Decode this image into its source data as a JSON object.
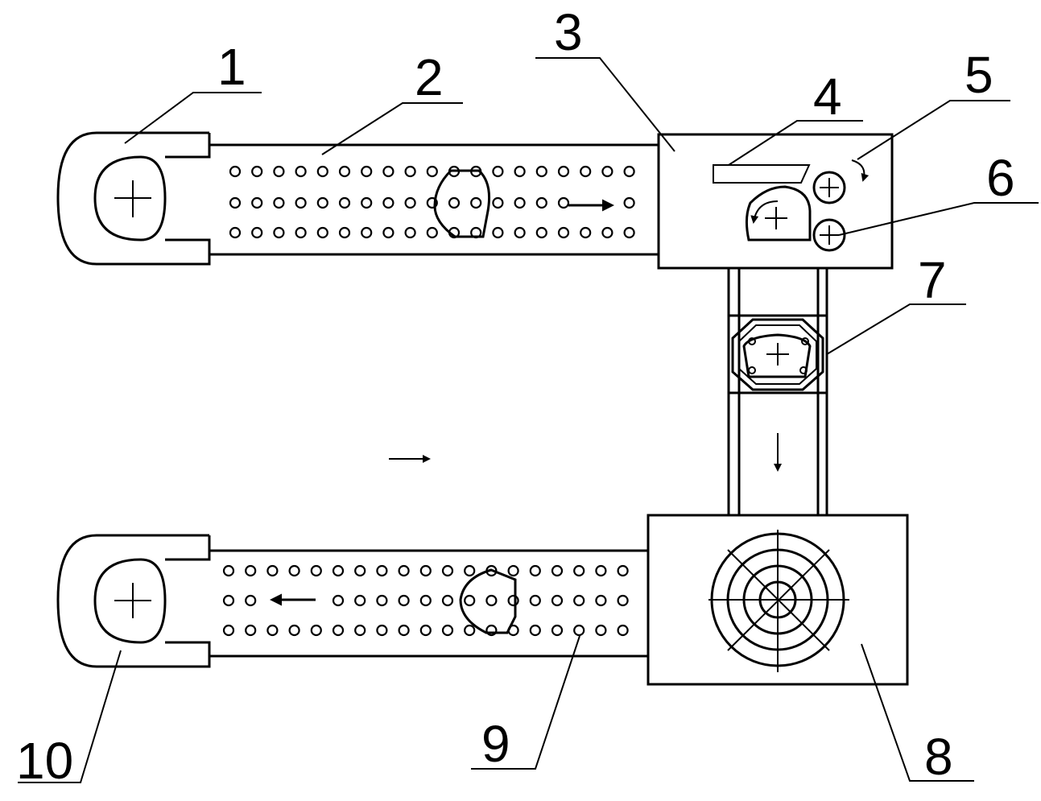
{
  "labels": {
    "l1": "1",
    "l2": "2",
    "l3": "3",
    "l4": "4",
    "l5": "5",
    "l6": "6",
    "l7": "7",
    "l8": "8",
    "l9": "9",
    "l10": "10"
  },
  "colors": {
    "line": "#000000",
    "background": "#ffffff"
  },
  "icons": {
    "arrows": [
      "arrow-right-icon",
      "arrow-left-icon",
      "arrow-down-icon",
      "rotate-cw-icon",
      "rotate-ccw-icon"
    ],
    "fan": "fan-grille-icon"
  }
}
